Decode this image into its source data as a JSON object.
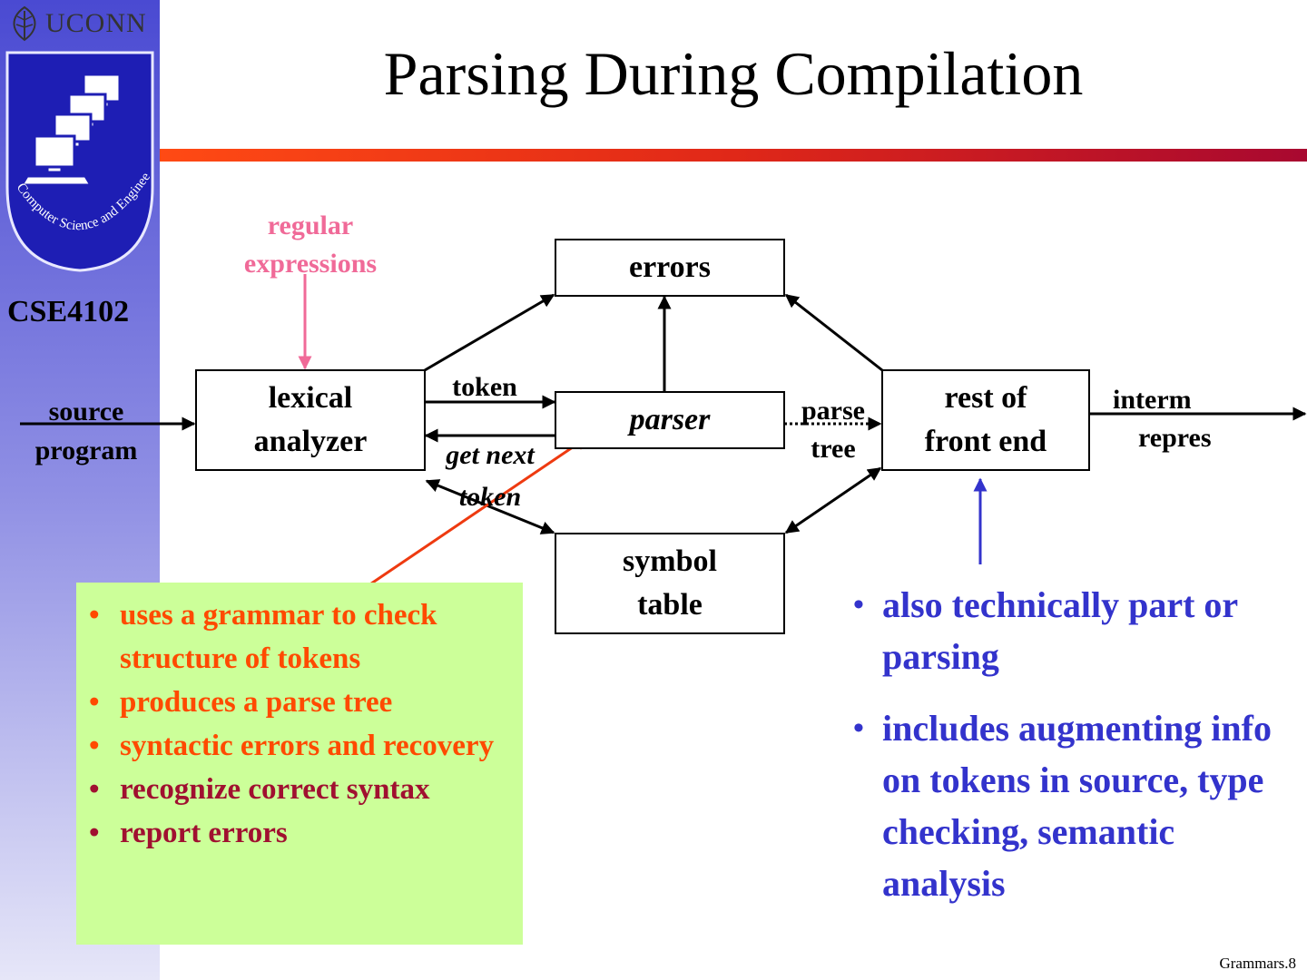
{
  "sidebar": {
    "logo_text": "UCONN",
    "logo_caption": "Computer Science and Engineering",
    "course": "CSE4102"
  },
  "slide": {
    "title": "Parsing During Compilation",
    "footer": "Grammars.8"
  },
  "diagram": {
    "regex_label": [
      "regular",
      "expressions"
    ],
    "source_label": [
      "source",
      "program"
    ],
    "lexer_label": [
      "lexical",
      "analyzer"
    ],
    "parser_label": "parser",
    "errors_label": "errors",
    "symtab_label": [
      "symbol",
      "table"
    ],
    "rest_label": [
      "rest of",
      "front end"
    ],
    "token_label": "token",
    "get_next_label": [
      "get next",
      "token"
    ],
    "parse_tree_label": [
      "parse",
      "tree"
    ],
    "interm_label": [
      "interm",
      "repres"
    ]
  },
  "left_bullets": [
    {
      "text": "uses a grammar to check structure of tokens",
      "color": "#ff4a00"
    },
    {
      "text": "produces a parse tree",
      "color": "#ff4a00"
    },
    {
      "text": "syntactic errors and recovery",
      "color": "#ff4a00"
    },
    {
      "text": "recognize correct syntax",
      "color": "#a01030"
    },
    {
      "text": "report errors",
      "color": "#a01030"
    }
  ],
  "right_bullets": [
    "also technically part or parsing",
    "includes augmenting info on tokens in source, type checking, semantic analysis"
  ],
  "colors": {
    "regex": "#f06a98",
    "arrow_red": "#ee3a10",
    "arrow_blue": "#3333cc",
    "green_box": "#ccff99"
  }
}
